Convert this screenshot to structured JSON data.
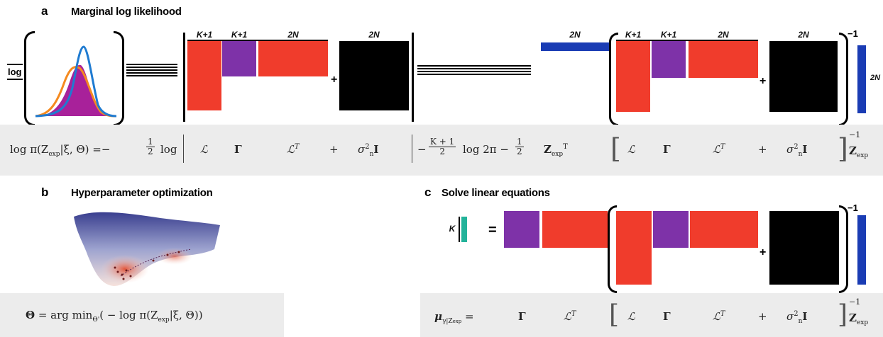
{
  "panel_a": {
    "letter": "a",
    "title": "Marginal log likelihood",
    "dim_labels": [
      "K+1",
      "K+1",
      "2N",
      "2N",
      "2N",
      "K+1",
      "K+1",
      "2N",
      "2N",
      "2N"
    ],
    "inverse_exponent": "−1",
    "log_label": "log",
    "equation": {
      "lhs": "log π(Z",
      "lhs_sub": "exp",
      "lhs_rest": "|ξ, Θ) =−",
      "half_num": "1",
      "half_den": "2",
      "log": "log",
      "L": "ℒ",
      "Gamma": "Γ",
      "LT": "ℒ",
      "T": "T",
      "plus": "+",
      "sigma": "σ",
      "sigma_sub": "n",
      "sigma_sup": "2",
      "I": "I",
      "minus": "−",
      "k_num": "K + 1",
      "k_den": "2",
      "log2pi": "log 2π −",
      "Z": "Z",
      "Z_sub": "exp",
      "inv": "−1"
    }
  },
  "panel_b": {
    "letter": "b",
    "title": "Hyperparameter optimization",
    "equation": {
      "Theta": "Θ",
      "eq": " = arg min",
      "sub": "Θ'",
      "body": "( − log π(Z",
      "Z_sub": "exp",
      "rest": "|ξ, Θ))"
    }
  },
  "panel_c": {
    "letter": "c",
    "title": "Solve linear equations",
    "k_label": "K",
    "equals": "=",
    "inverse_exponent": "−1",
    "equation": {
      "mu": "μ",
      "mu_sub": "γ|Z",
      "mu_subsub": "exp",
      "eq": " =",
      "Gamma": "Γ",
      "LT": "ℒ",
      "T": "T",
      "L": "ℒ",
      "plus": "+",
      "sigma": "σ",
      "sigma_sub": "n",
      "sigma_sup": "2",
      "I": "I",
      "inv": "−1",
      "Z": "Z",
      "Z_sub": "exp"
    }
  },
  "colors": {
    "red": "#f03c2c",
    "purple": "#7e32a8",
    "black": "#000000",
    "blue": "#1a3cb4",
    "teal": "#23b39a",
    "orange": "#f58a1f",
    "magenta": "#a8219a",
    "curve_blue": "#1f7bd1",
    "eq_bar": "#ececec"
  }
}
